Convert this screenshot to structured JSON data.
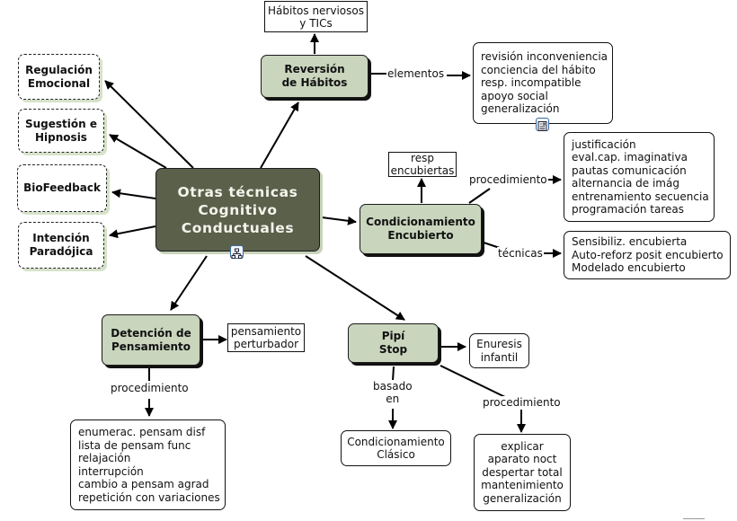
{
  "map": {
    "central": "Otras  técnicas\nCognitivo\nConductuales",
    "left_nodes": [
      {
        "id": "regulacion",
        "label": "Regulación\nEmocional"
      },
      {
        "id": "sugestion",
        "label": "Sugestión e\nHipnosis"
      },
      {
        "id": "biofeedback",
        "label": "BioFeedback"
      },
      {
        "id": "intencion",
        "label": "Intención\nParadójica"
      }
    ],
    "reversion": {
      "label": "Reversión\nde Hábitos",
      "target_top": "Hábitos nerviosos\ny TICs",
      "link_elementos": "elementos",
      "elementos": "revisión inconveniencia\nconciencia del hábito\nresp. incompatible\napoyo social\ngeneralización"
    },
    "condicionamiento": {
      "label": "Condicionamiento\nEncubierto",
      "target_top": "resp\nencubiertas",
      "link_procedimiento": "procedimiento",
      "procedimiento": "justificación\neval.cap. imaginativa\npautas comunicación\nalternancia de imág\nentrenamiento secuencia\nprogramación tareas",
      "link_tecnicas": "técnicas",
      "tecnicas": "Sensibiliz. encubierta\nAuto-reforz posit encubierto\nModelado encubierto"
    },
    "detencion": {
      "label": "Detención de\nPensamiento",
      "target_right": "pensamiento\nperturbador",
      "link_procedimiento": "procedimiento",
      "procedimiento": "enumerac. pensam disf\nlista de pensam func\nrelajación\ninterrupción\ncambio a pensam agrad\nrepetición con variaciones"
    },
    "pipi": {
      "label": "Pipí\nStop",
      "target_right": "Enuresis\ninfantil",
      "link_basado": "basado\nen",
      "basado": "Condicionamiento\nClásico",
      "link_procedimiento": "procedimiento",
      "procedimiento": "explicar\naparato noct\ndespertar total\nmantenimiento\ngeneralización"
    },
    "icons": {
      "central_badge": "concept-map-icon",
      "elementos_badge": "document-icon"
    }
  }
}
